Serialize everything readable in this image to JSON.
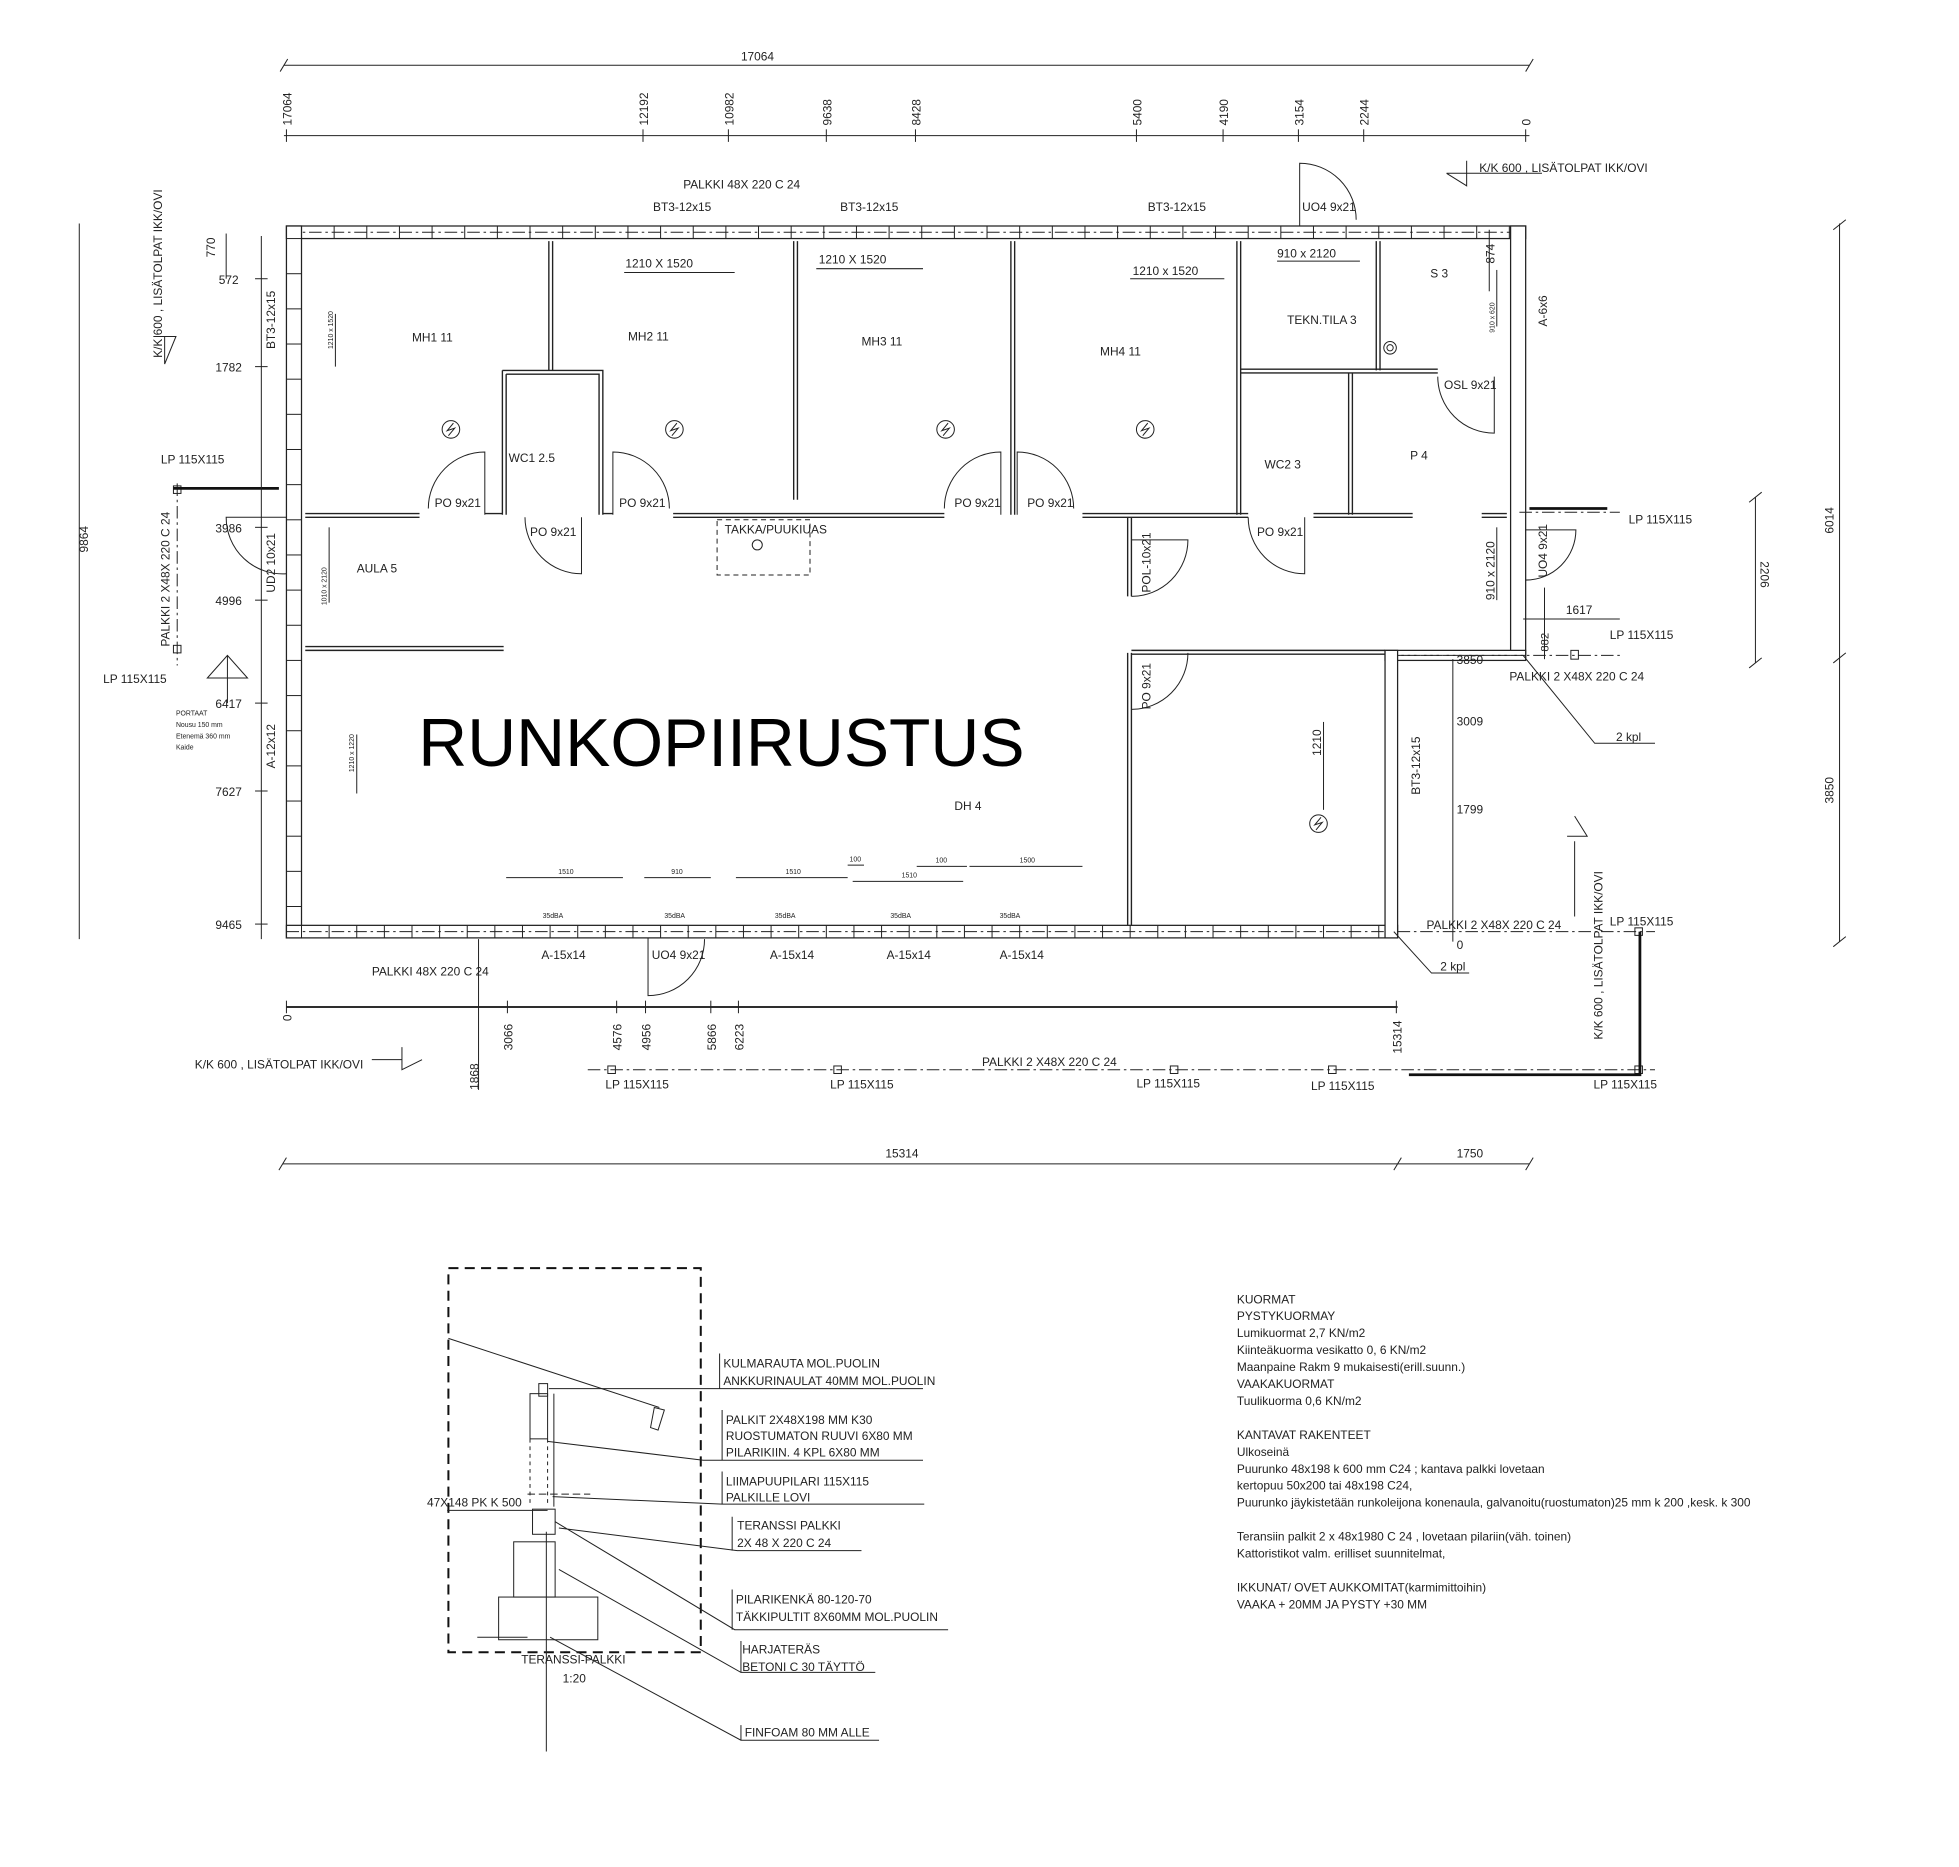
{
  "title": "RUNKOPIIRUSTUS",
  "dims": {
    "top_overall": "17064",
    "top_ticks": [
      "17064",
      "12192",
      "10982",
      "9638",
      "8428",
      "5400",
      "4190",
      "3154",
      "2244",
      "0"
    ],
    "bottom_ticks": [
      "0",
      "3066",
      "4576",
      "4956",
      "5866",
      "6223",
      "15314"
    ],
    "bottom_overall": [
      "15314",
      "1750"
    ],
    "left_ticks": [
      "770",
      "572",
      "1782",
      "3986",
      "4996",
      "6417",
      "7627",
      "9465"
    ],
    "left_overall": "9864",
    "right": [
      "6014",
      "2206",
      "3850"
    ],
    "misc": [
      "874",
      "1617",
      "882",
      "3850",
      "3009",
      "1799",
      "0",
      "1210",
      "1868"
    ],
    "window_small": [
      "1510",
      "910",
      "1510",
      "100",
      "1510",
      "100",
      "1500"
    ]
  },
  "rooms": [
    "MH1 11",
    "MH2 11",
    "MH3 11",
    "MH4 11",
    "WC1 2.5",
    "TEKN.TILA 3",
    "S 3",
    "WC2 3",
    "P 4",
    "AULA 5",
    "DH 4"
  ],
  "doors": [
    "PO 9x21",
    "PO 9x21",
    "PO 9x21",
    "PO 9x21",
    "PO 9x21",
    "PO 9x21",
    "OSL 9x21",
    "UO4 9x21",
    "UO4 9x21",
    "POL-10x21",
    "PO 9x21",
    "UD2 10x21",
    "UO4 9x21",
    "TAKKA/PUUKIUAS"
  ],
  "windows": [
    "BT3-12x15",
    "BT3-12x15",
    "BT3-12x15",
    "BT3-12x15",
    "A-12x12",
    "A-6x6",
    "BT3-12x15",
    "A-15x14",
    "A-15x14",
    "A-15x14",
    "A-15x14"
  ],
  "acoustic": "35dBA",
  "openings": [
    "1210 X 1520",
    "1210 X 1520",
    "1210 x 1520",
    "910 x 2120",
    "910 x 620",
    "910 x 2120",
    "1210 x 1520",
    "1010 x 2120",
    "1210 x 1220"
  ],
  "beams": {
    "single": "PALKKI 48X 220 C 24",
    "double": "PALKKI  2 X48X 220 C 24",
    "post": "LP 115X115",
    "studs": "K/K 600 , LISÄTOLPAT IKK/OVI",
    "count": "2 kpl"
  },
  "stairs": [
    "PORTAAT",
    "Nousu 150 mm",
    "Etenemä 360 mm",
    "Kaide"
  ],
  "detail": {
    "labels": [
      [
        "KULMARAUTA MOL.PUOLIN",
        "ANKKURINAULAT 40MM MOL.PUOLIN"
      ],
      [
        "PALKIT 2X48X198 MM K30",
        "RUOSTUMATON RUUVI 6X80 MM",
        "PILARIKIIN. 4 KPL 6X80 MM"
      ],
      [
        "LIIMAPUUPILARI 115X115",
        "PALKILLE LOVI"
      ],
      [
        "TERANSSI PALKKI",
        "2X 48 X 220 C 24"
      ],
      [
        "PILARIKENKÄ 80-120-70",
        "TÄKKIPULTIT 8X60MM MOL.PUOLIN"
      ],
      [
        "HARJATERÄS",
        "BETONI C 30 TÄYTTÖ"
      ],
      [
        "FINFOAM 80 MM ALLE"
      ]
    ],
    "joist": "47X148 PK  K 500",
    "name": "TERANSSI-PALKKI",
    "scale": "1:20"
  },
  "notes": [
    "KUORMAT",
    "PYSTYKUORMAY",
    "Lumikuormat 2,7 KN/m2",
    "Kiinteäkuorma vesikatto 0, 6 KN/m2",
    "Maanpaine Rakm 9 mukaisesti(erill.suunn.)",
    "VAAKAKUORMAT",
    "Tuulikuorma 0,6 KN/m2",
    "",
    "KANTAVAT RAKENTEET",
    "Ulkoseinä",
    " Puurunko 48x198 k 600 mm C24 ; kantava palkki lovetaan",
    " kertopuu 50x200 tai 48x198 C24,",
    " Puurunko jäykistetään runkoleijona konenaula, galvanoitu(ruostumaton)25 mm k 200 ,kesk. k 300",
    "",
    "Teransiin palkit 2 x 48x1980 C 24 , lovetaan pilariin(väh. toinen)",
    "Kattoristikot valm. erilliset suunnitelmat,",
    "",
    "  IKKUNAT/ OVET AUKKOMITAT(karmimittoihin)",
    "  VAAKA + 20MM  JA PYSTY  +30 MM"
  ]
}
